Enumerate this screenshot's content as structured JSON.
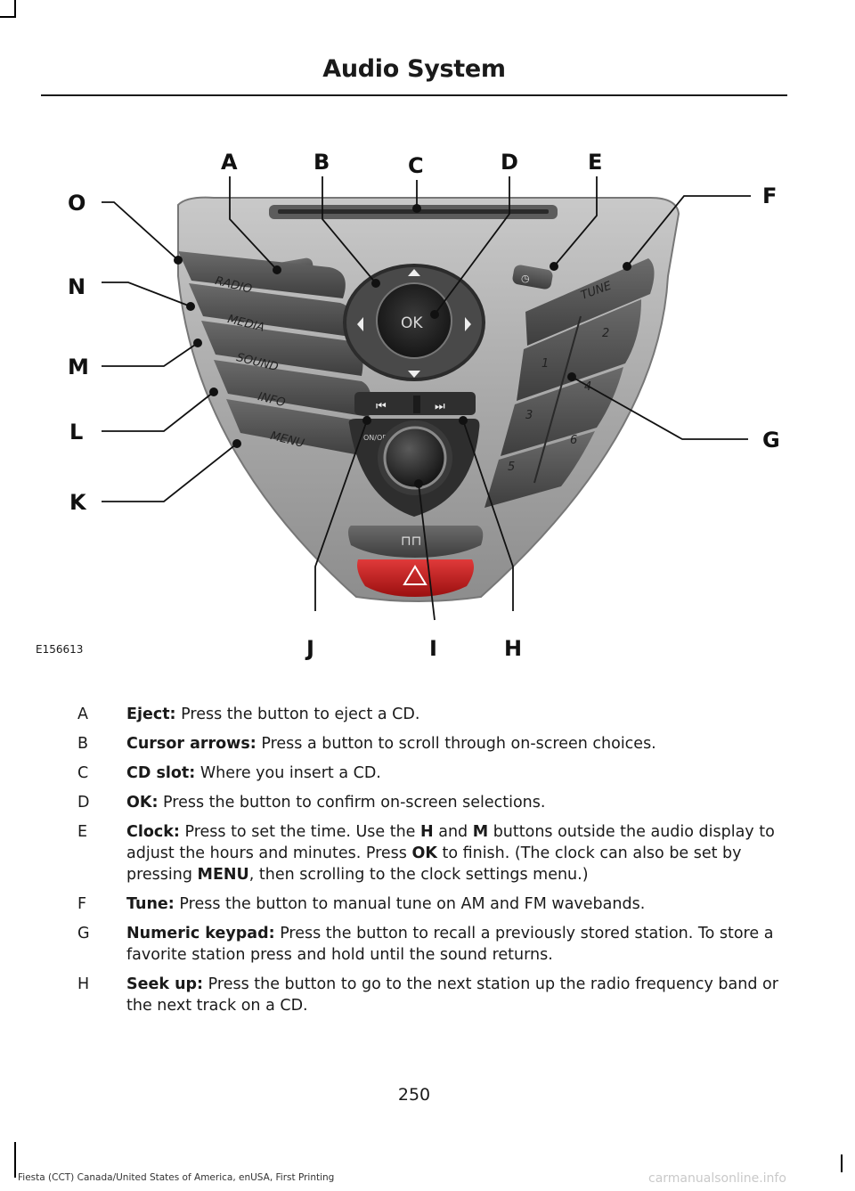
{
  "header": {
    "title": "Audio System"
  },
  "figure": {
    "id": "E156613",
    "callouts": [
      "A",
      "B",
      "C",
      "D",
      "E",
      "F",
      "G",
      "H",
      "I",
      "J",
      "K",
      "L",
      "M",
      "N",
      "O"
    ],
    "panel": {
      "left_buttons": [
        "RADIO",
        "MEDIA",
        "SOUND",
        "INFO",
        "MENU"
      ],
      "ok_label": "OK",
      "tune_label": "TUNE",
      "keypad": [
        "1",
        "2",
        "3",
        "4",
        "5",
        "6"
      ],
      "power_label": "ON/OFF"
    }
  },
  "legend": [
    {
      "letter": "A",
      "term": "Eject:",
      "text": "Press the button to eject a CD."
    },
    {
      "letter": "B",
      "term": "Cursor arrows:",
      "text": "Press a button to scroll through on-screen choices."
    },
    {
      "letter": "C",
      "term": "CD slot:",
      "text": "Where you insert a CD."
    },
    {
      "letter": "D",
      "term": "OK:",
      "text": "Press the button to confirm on-screen selections."
    },
    {
      "letter": "E",
      "term": "Clock:",
      "text_parts": [
        "Press to set the time. Use the ",
        "H",
        " and ",
        "M",
        " buttons outside the audio display to adjust the hours and minutes. Press ",
        "OK",
        " to finish. (The clock can also be set by pressing ",
        "MENU",
        ", then scrolling to the clock settings menu.)"
      ]
    },
    {
      "letter": "F",
      "term": "Tune:",
      "text": "Press the button to manual tune on AM and FM wavebands."
    },
    {
      "letter": "G",
      "term": "Numeric keypad:",
      "text": "Press the button to recall a previously stored station. To store a favorite station press and hold until the sound returns."
    },
    {
      "letter": "H",
      "term": "Seek up:",
      "text": "Press the button to go to the next station up the radio frequency band or the next track on a CD."
    }
  ],
  "page_number": "250",
  "footer": "Fiesta (CCT) Canada/United States of America, enUSA, First Printing",
  "watermark": "carmanualsonline.info"
}
